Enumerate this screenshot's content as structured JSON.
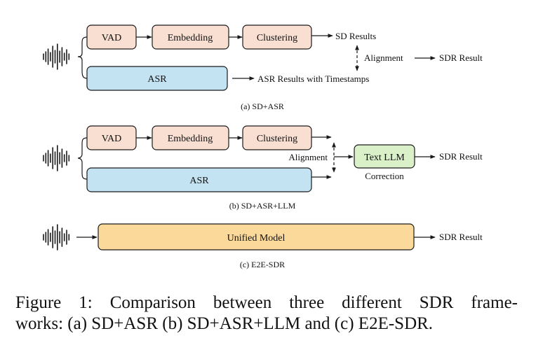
{
  "panel_a": {
    "vad": "VAD",
    "embedding": "Embedding",
    "clustering": "Clustering",
    "asr": "ASR",
    "sd_results": "SD Results",
    "asr_results": "ASR Results with Timestamps",
    "alignment": "Alignment",
    "sdr_result": "SDR Result",
    "caption": "(a) SD+ASR"
  },
  "panel_b": {
    "vad": "VAD",
    "embedding": "Embedding",
    "clustering": "Clustering",
    "asr": "ASR",
    "alignment": "Alignment",
    "text_llm": "Text LLM",
    "correction": "Correction",
    "sdr_result": "SDR Result",
    "caption": "(b) SD+ASR+LLM"
  },
  "panel_c": {
    "unified_model": "Unified Model",
    "sdr_result": "SDR Result",
    "caption": "(c) E2E-SDR"
  },
  "colors": {
    "sd_box_fill": "#f9dfd2",
    "asr_box_fill": "#c3e3f3",
    "llm_box_fill": "#d9f0c8",
    "unified_box_fill": "#fbd99a",
    "stroke": "#1a1a1a"
  },
  "figure_caption": {
    "line1": "Figure 1: Comparison between three different SDR frame-",
    "line2": "works: (a) SD+ASR (b) SD+ASR+LLM and (c) E2E-SDR."
  }
}
